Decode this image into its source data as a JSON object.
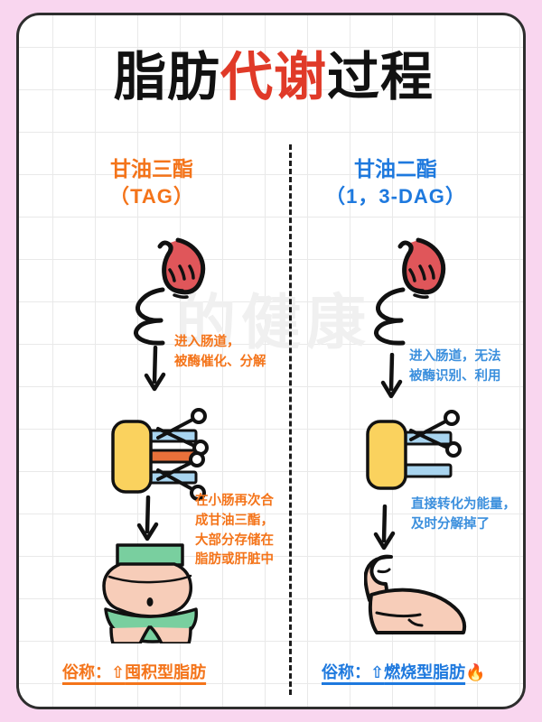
{
  "page": {
    "background_color": "#f9d6ef",
    "card_color": "#ffffff",
    "border_color": "#2e2e2e",
    "watermark": "的健康"
  },
  "title": {
    "part1": "脂肪",
    "highlight": "代谢",
    "part2": "过程",
    "highlight_color": "#e03a28",
    "text_color": "#111111"
  },
  "columns": {
    "left": {
      "accent_color": "#f4741a",
      "header_main": "甘油三酯",
      "header_sub": "（TAG）",
      "organ_icon": "stomach-intestine-icon",
      "note1": "进入肠道，\n被酶催化、分解",
      "molecule_icon": "triglyceride-scissors-icon",
      "note2": "在小肠再次合\n成甘油三酯，\n大部分存储在\n脂肪或肝脏中",
      "result_icon": "belly-fat-torso-icon",
      "footer_label": "俗称：",
      "footer_arrow": "⇧",
      "footer_text": "囤积型脂肪"
    },
    "right": {
      "accent_color": "#1e79de",
      "header_main": "甘油二酯",
      "header_sub": "（1，3-DAG）",
      "organ_icon": "stomach-intestine-icon",
      "note1": "进入肠道，无法\n被酶识别、利用",
      "molecule_icon": "diglyceride-scissors-icon",
      "note2": "直接转化为能量，\n及时分解掉了",
      "result_icon": "flexed-bicep-icon",
      "footer_label": "俗称：",
      "footer_arrow": "⇧",
      "footer_text": "燃烧型脂肪",
      "footer_emoji": "🔥"
    }
  },
  "colors": {
    "organ_fill": "#e0565a",
    "glycerol_fill": "#fad25e",
    "fatty_acid_blue": "#a8d4ef",
    "fatty_acid_orange": "#e8703a",
    "skin": "#f7cdb9",
    "clothing_green": "#79cf9f",
    "outline": "#111111",
    "grid_line": "#e9e9e9",
    "divider": "#1c1c1c"
  }
}
